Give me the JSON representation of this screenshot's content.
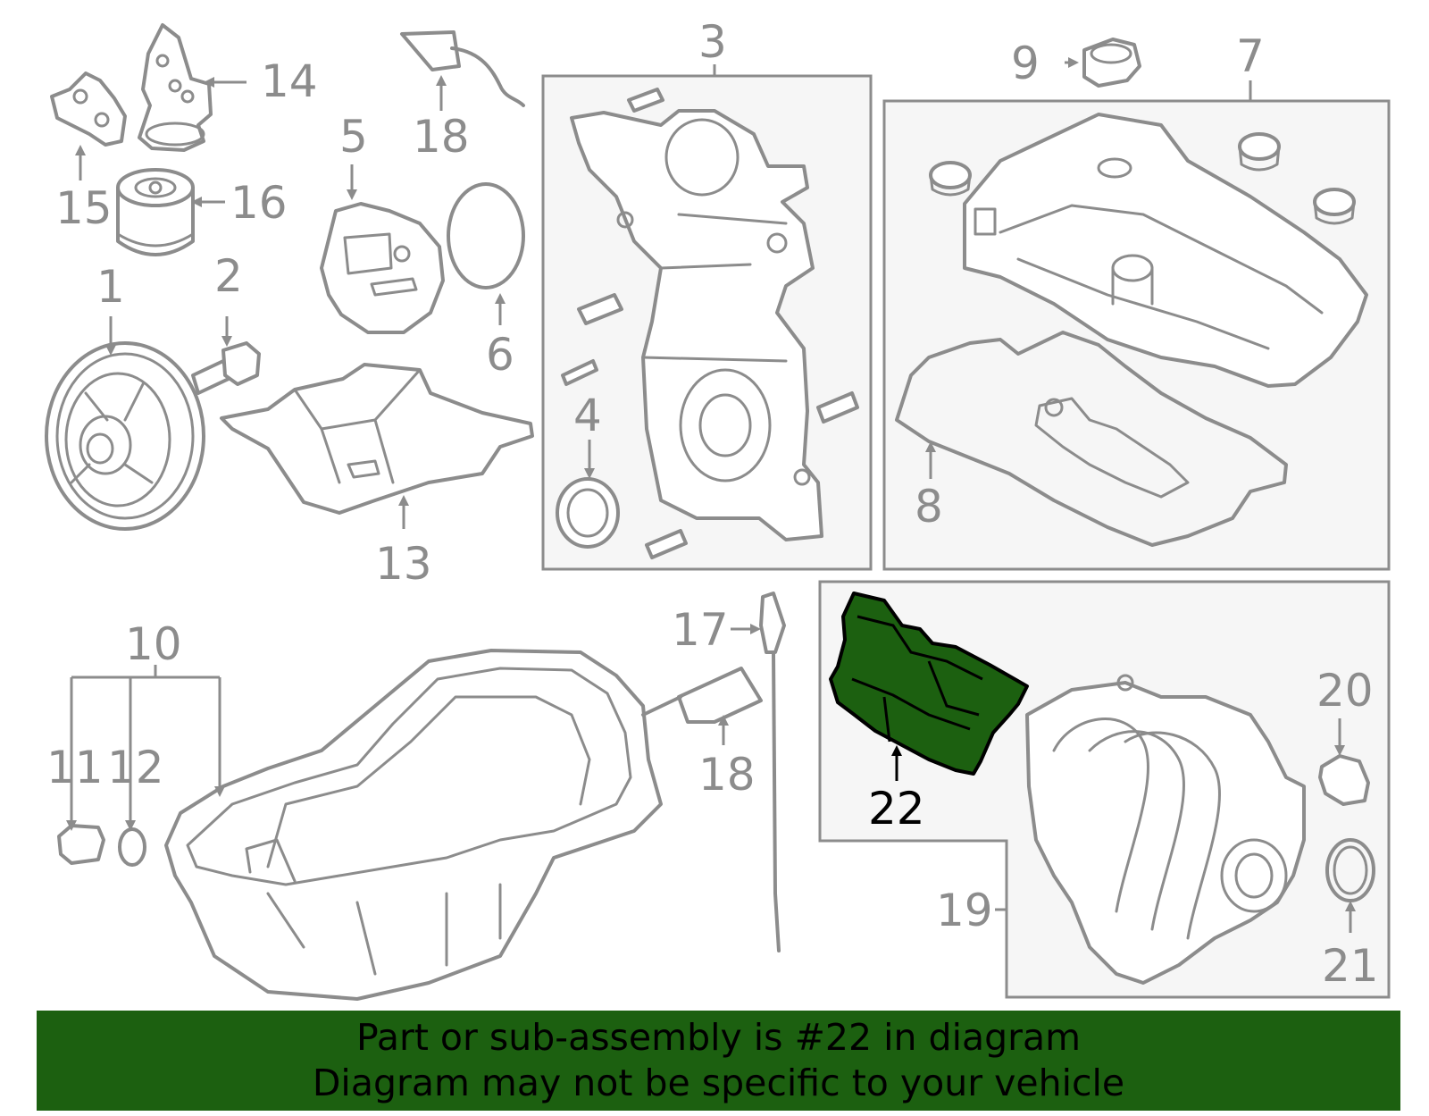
{
  "diagram": {
    "highlighted_part": "22",
    "highlight_color": "#1c6010",
    "callouts": {
      "c1": "1",
      "c2": "2",
      "c3": "3",
      "c4": "4",
      "c5": "5",
      "c6": "6",
      "c7": "7",
      "c8": "8",
      "c9": "9",
      "c10": "10",
      "c11": "11",
      "c12": "12",
      "c13": "13",
      "c14": "14",
      "c15": "15",
      "c16": "16",
      "c17": "17",
      "c18a": "18",
      "c18b": "18",
      "c19": "19",
      "c20": "20",
      "c21": "21",
      "c22": "22"
    }
  },
  "banner": {
    "line1": "Part or sub-assembly is #22 in diagram",
    "line2": "Diagram may not be specific to your vehicle",
    "background": "#1c6010"
  }
}
